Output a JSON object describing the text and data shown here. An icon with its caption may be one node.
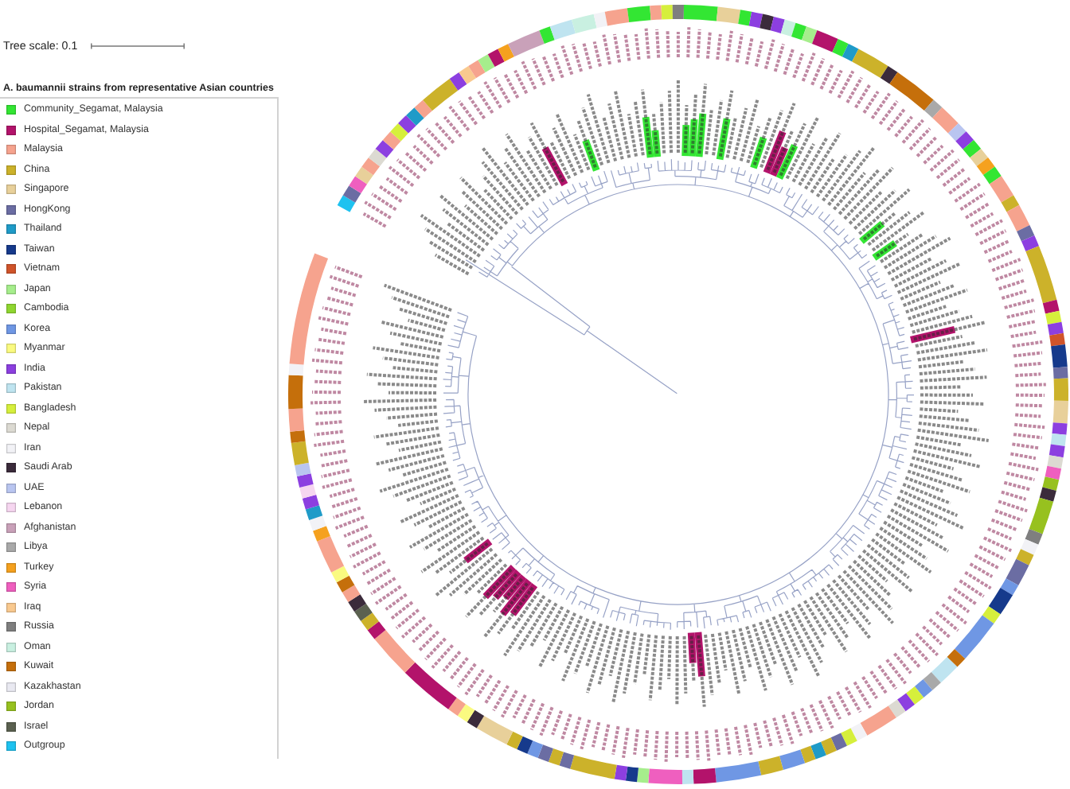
{
  "diagram": {
    "labels": [
      "Tree scale: 0.1",
      "A. baumannii strains from representative Asian countries"
    ],
    "legend": [
      {
        "text": "Community_Segamat, Malaysia",
        "color": "#33e633"
      },
      {
        "text": "Hospital_Segamat, Malaysia",
        "color": "#b3136b"
      },
      {
        "text": "Malaysia",
        "color": "#f6a38e"
      },
      {
        "text": "China",
        "color": "#ccb22a"
      },
      {
        "text": "Singapore",
        "color": "#e8d09a"
      },
      {
        "text": "HongKong",
        "color": "#6b6da3"
      },
      {
        "text": "Thailand",
        "color": "#1f9bc8"
      },
      {
        "text": "Taiwan",
        "color": "#163a8c"
      },
      {
        "text": "Vietnam",
        "color": "#d0542a"
      },
      {
        "text": "Japan",
        "color": "#a6ee8c"
      },
      {
        "text": "Cambodia",
        "color": "#8fd630"
      },
      {
        "text": "Korea",
        "color": "#6f97e4"
      },
      {
        "text": "Myanmar",
        "color": "#fafa80"
      },
      {
        "text": "India",
        "color": "#8c3fe0"
      },
      {
        "text": "Pakistan",
        "color": "#bfe4f0"
      },
      {
        "text": "Bangladesh",
        "color": "#d6ef3c"
      },
      {
        "text": "Nepal",
        "color": "#dcdad2"
      },
      {
        "text": "Iran",
        "color": "#f2f2f6"
      },
      {
        "text": "Saudi Arab",
        "color": "#3b2b3b"
      },
      {
        "text": "UAE",
        "color": "#b9c5f0"
      },
      {
        "text": "Lebanon",
        "color": "#f6d6f0"
      },
      {
        "text": "Afghanistan",
        "color": "#c9a1b9"
      },
      {
        "text": "Libya",
        "color": "#a9a9a9"
      },
      {
        "text": "Turkey",
        "color": "#f5a11e"
      },
      {
        "text": "Syria",
        "color": "#ef5fbf"
      },
      {
        "text": "Iraq",
        "color": "#f9c98f"
      },
      {
        "text": "Russia",
        "color": "#7f7f7f"
      },
      {
        "text": "Oman",
        "color": "#c9f0e1"
      },
      {
        "text": "Kuwait",
        "color": "#c56f0b"
      },
      {
        "text": "Kazakhastan",
        "color": "#e9e9f1"
      },
      {
        "text": "Jordan",
        "color": "#97c11f"
      },
      {
        "text": "Israel",
        "color": "#5b6150"
      },
      {
        "text": "Outgroup",
        "color": "#1ec2f0"
      }
    ]
  }
}
